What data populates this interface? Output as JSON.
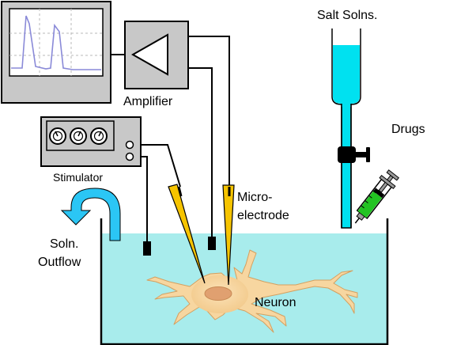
{
  "labels": {
    "amplifier": "Amplifier",
    "stimulator": "Stimulator",
    "salt_solns": "Salt Solns.",
    "drugs": "Drugs",
    "micro_line1": "Micro-",
    "micro_line2": "electrode",
    "outflow_line1": "Soln.",
    "outflow_line2": "Outflow",
    "neuron": "Neuron"
  },
  "colors": {
    "bath_solution": "#a8ecec",
    "salt_solution": "#00e1f0",
    "neuron_body": "#f7d6a0",
    "neuron_nucleus": "#e0a070",
    "electrode": "#f6c400",
    "outflow_arrow": "#2bc6f5",
    "drug": "#22c322",
    "oscilloscope_trace": "#8a8ad8",
    "equipment_gray": "#c8c8c8"
  },
  "icons": {
    "oscilloscope": "oscilloscope-icon",
    "amplifier": "amplifier-triangle-icon",
    "stimulator_knobs": "knob-icon",
    "syringe": "syringe-icon",
    "stopcock": "stopcock-valve-icon",
    "outflow": "u-turn-arrow-icon"
  }
}
